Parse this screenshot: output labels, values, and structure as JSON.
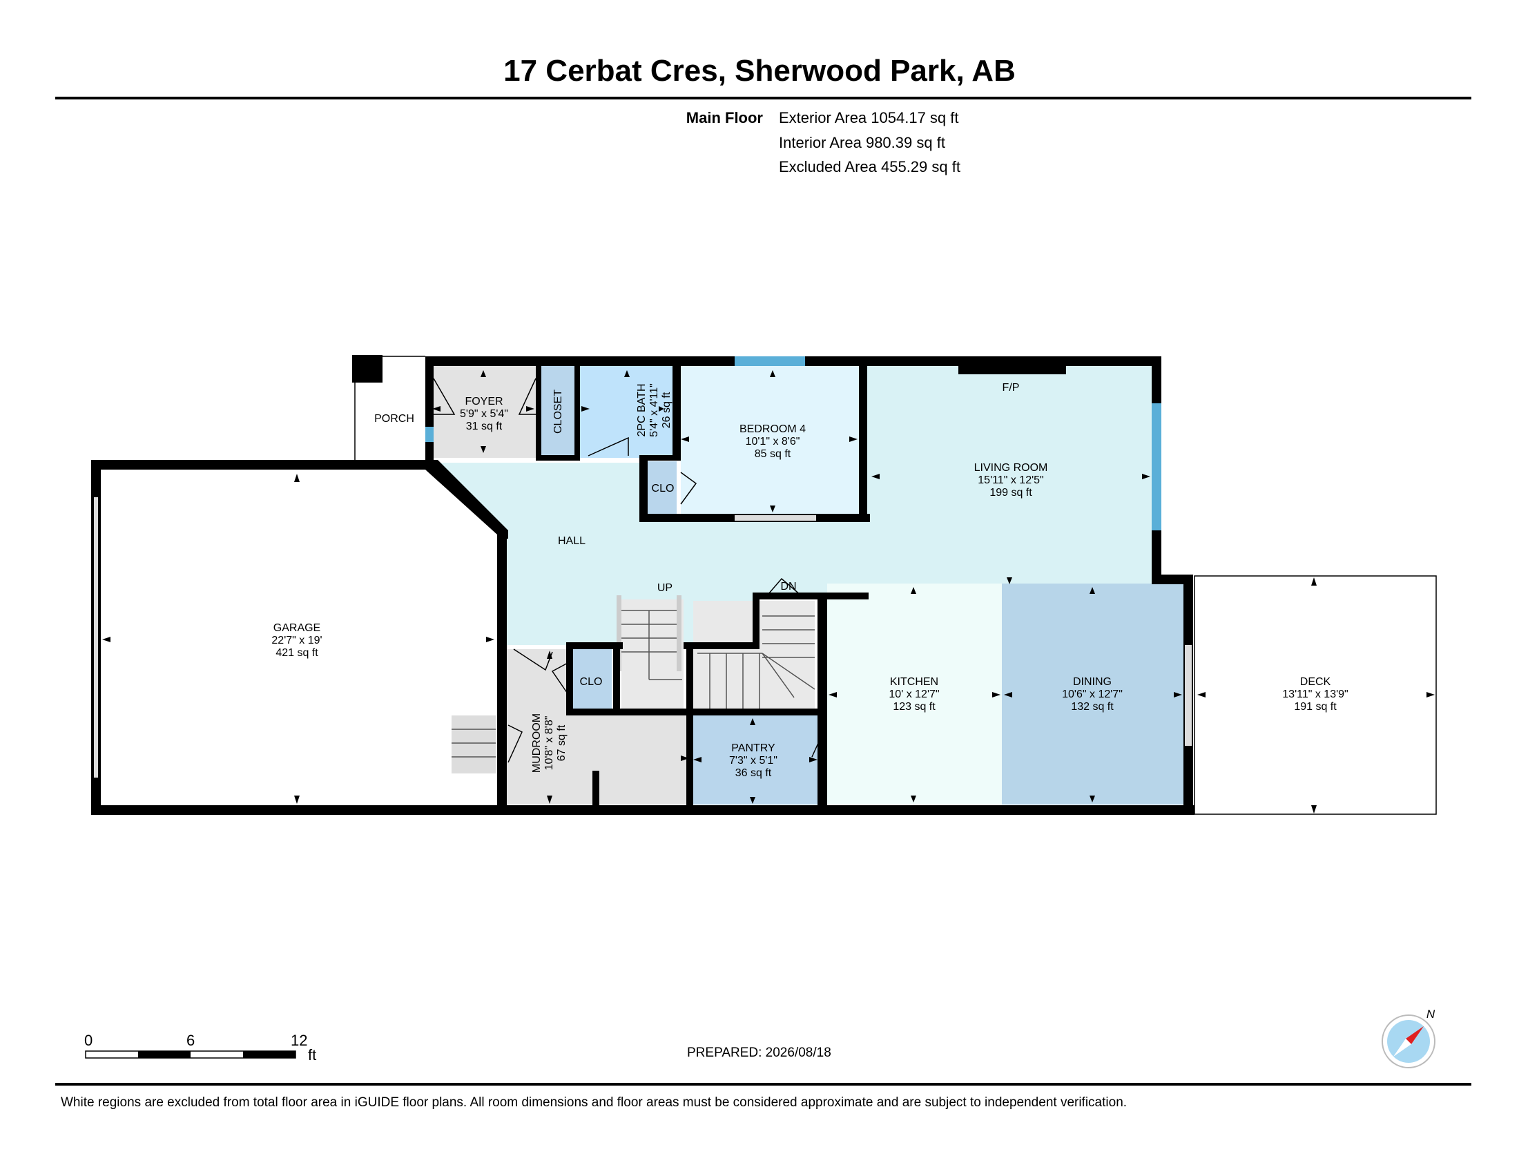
{
  "title": "17 Cerbat Cres, Sherwood Park, AB",
  "floor": {
    "name": "Main Floor",
    "exterior_area": "Exterior Area 1054.17 sq ft",
    "interior_area": "Interior Area 980.39 sq ft",
    "excluded_area": "Excluded Area 455.29 sq ft"
  },
  "rooms": {
    "porch": {
      "name": "PORCH"
    },
    "foyer": {
      "name": "FOYER",
      "dims": "5'9\" x 5'4\"",
      "area": "31 sq ft"
    },
    "closet": {
      "name": "CLOSET"
    },
    "bath": {
      "name": "2PC BATH",
      "dims": "5'4\" x 4'11\"",
      "area": "26 sq ft"
    },
    "bedroom4": {
      "name": "BEDROOM 4",
      "dims": "10'1\" x 8'6\"",
      "area": "85 sq ft"
    },
    "clo_bedroom": {
      "name": "CLO"
    },
    "living": {
      "name": "LIVING ROOM",
      "dims": "15'11\" x 12'5\"",
      "area": "199 sq ft"
    },
    "fireplace": {
      "name": "F/P"
    },
    "hall": {
      "name": "HALL"
    },
    "stairs_up": {
      "name": "UP"
    },
    "stairs_down": {
      "name": "DN"
    },
    "garage": {
      "name": "GARAGE",
      "dims": "22'7\" x 19'",
      "area": "421 sq ft"
    },
    "clo_mud": {
      "name": "CLO"
    },
    "mudroom": {
      "name": "MUDROOM",
      "dims": "10'8\" x 8'8\"",
      "area": "67 sq ft"
    },
    "pantry": {
      "name": "PANTRY",
      "dims": "7'3\" x 5'1\"",
      "area": "36 sq ft"
    },
    "kitchen": {
      "name": "KITCHEN",
      "dims": "10' x 12'7\"",
      "area": "123 sq ft"
    },
    "dining": {
      "name": "DINING",
      "dims": "10'6\" x 12'7\"",
      "area": "132 sq ft"
    },
    "deck": {
      "name": "DECK",
      "dims": "13'11\" x 13'9\"",
      "area": "191 sq ft"
    }
  },
  "scale": {
    "n0": "0",
    "n6": "6",
    "n12": "12",
    "unit": "ft"
  },
  "compass": {
    "label": "N"
  },
  "prepared": "PREPARED: 2026/08/18",
  "disclaimer": "White regions are excluded from total floor area in iGUIDE floor plans. All room dimensions and floor areas must be considered approximate and are subject to independent verification.",
  "colors": {
    "wall": "#000000",
    "foyer": "#e3e3e3",
    "closet": "#b9d6ec",
    "bath": "#bfe3fb",
    "bedroom": "#e1f5fd",
    "living": "#d9f2f5",
    "hall": "#d9f2f5",
    "kitchen": "#effcfa",
    "dining": "#b7d5e9",
    "mudroom": "#e3e3e3",
    "pantry": "#b9d6ec",
    "window": "#5aafd8"
  }
}
